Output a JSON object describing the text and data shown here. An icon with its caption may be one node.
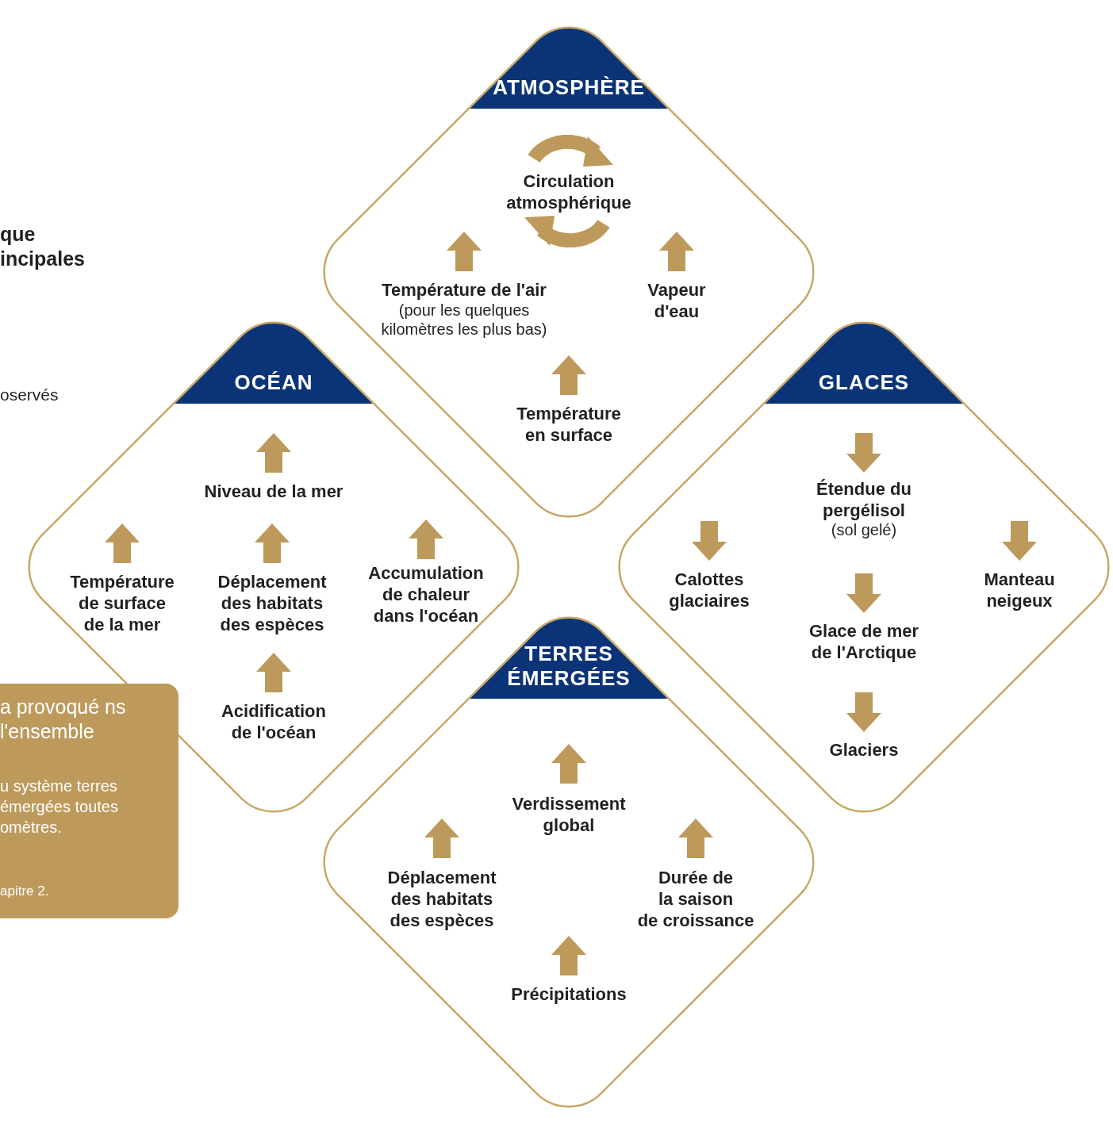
{
  "diagram": {
    "nodes": [
      {
        "text": [
          "ATMOSPHÈRE",
          "Circulation atmosphérique",
          "Température de l'air",
          "(pour les quelques kilomètres les plus bas)",
          "Vapeur d'eau",
          "Température en surface"
        ]
      },
      {
        "text": [
          "OCÉAN",
          "Niveau de la mer",
          "Température de surface de la mer",
          "Déplacement des habitats des espèces",
          "Accumulation de chaleur dans l'océan",
          "Acidification de l'océan"
        ]
      },
      {
        "text": [
          "GLACES",
          "Étendue du pergélisol",
          "(sol gelé)",
          "Calottes glaciaires",
          "Manteau neigeux",
          "Glace de mer de l'Arctique",
          "Glaciers"
        ]
      },
      {
        "text": [
          "TERRES ÉMERGÉES",
          "Verdissement global",
          "Déplacement des habitats des espèces",
          "Durée de la saison de croissance",
          "Précipitations"
        ]
      },
      {
        "text": [
          "a provoqué ns l'ensemble",
          "u système terres émergées toutes omètres.",
          "apitre 2."
        ]
      }
    ],
    "edges": [],
    "labels": [
      "que incipales",
      "oservés"
    ]
  }
}
